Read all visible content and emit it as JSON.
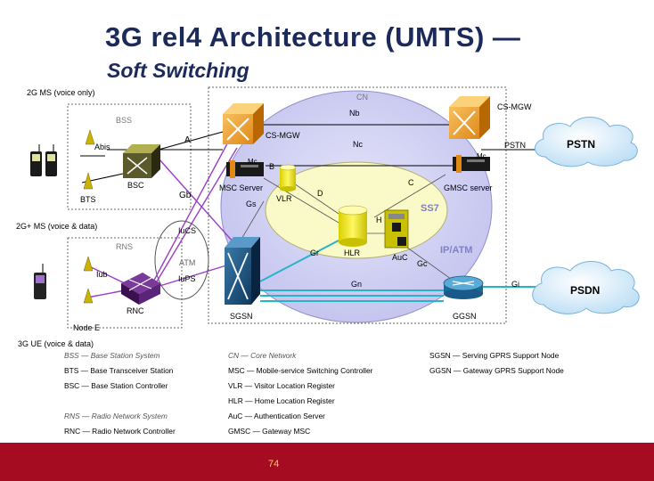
{
  "title": {
    "line1": "3G rel4 Architecture (UMTS) —",
    "line2": "Soft Switching"
  },
  "labels": {
    "ms2g": "2G MS (voice only)",
    "bss": "BSS",
    "abis": "Abis",
    "bsc": "BSC",
    "bts": "BTS",
    "a": "A",
    "gb": "Gb",
    "ms_mixed": "2G+ MS (voice & data)",
    "rns": "RNS",
    "iucs": "IuCS",
    "atm": "ATM",
    "iups": "IuPS",
    "iub": "Iub",
    "rnc": "RNC",
    "nodeb": "Node E",
    "ue3g": "3G UE (voice & data)",
    "cn": "CN",
    "nb": "Nb",
    "cs_mgw_left": "CS-MGW",
    "cs_mgw_right": "CS-MGW",
    "nc": "Nc",
    "b": "B",
    "mc_left": "Mc",
    "mc_right": "Mc",
    "msc_server": "MSC Server",
    "vlr": "VLR",
    "d": "D",
    "c": "C",
    "gmsc_server": "GMSC server",
    "gs": "Gs",
    "ss7": "SS7",
    "h": "H",
    "hlr": "HLR",
    "auc": "AuC",
    "gr": "Gr",
    "gc": "Gc",
    "ipatm": "IP/ATM",
    "gn": "Gn",
    "gi": "Gi",
    "sgsn": "SGSN",
    "ggsn": "GGSN",
    "pstn_link": "PSTN",
    "pstn": "PSTN",
    "psdn": "PSDN"
  },
  "legend": {
    "col1": [
      {
        "text": "BSS — Base Station System",
        "italic": true
      },
      {
        "text": "BTS — Base Transceiver Station",
        "italic": false
      },
      {
        "text": "BSC — Base Station Controller",
        "italic": false
      },
      {
        "text": "RNS — Radio Network System",
        "italic": true
      },
      {
        "text": "RNC — Radio Network Controller",
        "italic": false
      }
    ],
    "col2": [
      {
        "text": "CN — Core Network",
        "italic": true
      },
      {
        "text": "MSC — Mobile-service Switching Controller",
        "italic": false
      },
      {
        "text": "VLR — Visitor Location Register",
        "italic": false
      },
      {
        "text": "HLR — Home Location Register",
        "italic": false
      },
      {
        "text": "AuC — Authentication Server",
        "italic": false
      },
      {
        "text": "GMSC — Gateway MSC",
        "italic": false
      }
    ],
    "col3": [
      {
        "text": "SGSN — Serving GPRS Support Node",
        "italic": false
      },
      {
        "text": "GGSN — Gateway GPRS Support Node",
        "italic": false
      }
    ]
  },
  "footer": {
    "page_number": "74"
  },
  "colors": {
    "title": "#1b2a5a",
    "footer": "#a50c22",
    "core": "#c8c8f0",
    "ss7": "#fafac8",
    "switch": "#e8961e",
    "link_voice": "#000000",
    "link_data": "#9b3cc8",
    "link_gn": "#28b4c8"
  },
  "icons": [
    "mobile-phone-icon",
    "antenna-tower-icon",
    "switch-cube-icon",
    "server-icon",
    "database-cylinder-icon",
    "router-icon",
    "cloud-icon"
  ]
}
